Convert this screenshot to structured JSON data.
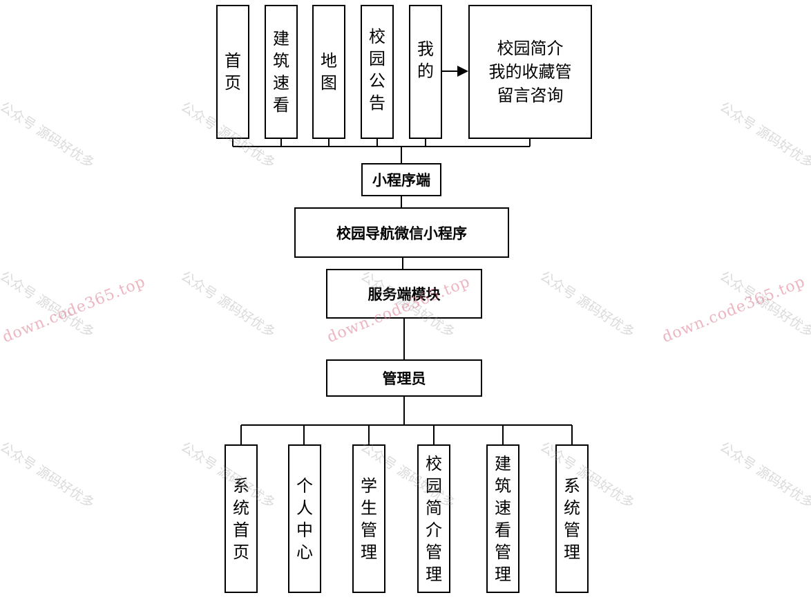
{
  "top_nodes": [
    "首页",
    "建筑速看",
    "地图",
    "校园公告",
    "我的"
  ],
  "my_submenu": [
    "校园简介",
    "我的收藏管",
    "留言咨询"
  ],
  "miniprogram": "小程序端",
  "system": "校园导航微信小程序",
  "server": "服务端模块",
  "admin": "管理员",
  "admin_nodes": [
    "系统首页",
    "个人中心",
    "学生管理",
    "校园简介管理",
    "建筑速看管理",
    "系统管理"
  ],
  "watermarks": {
    "cn": "公众号 源码好优多",
    "en": "down.code365.top"
  }
}
